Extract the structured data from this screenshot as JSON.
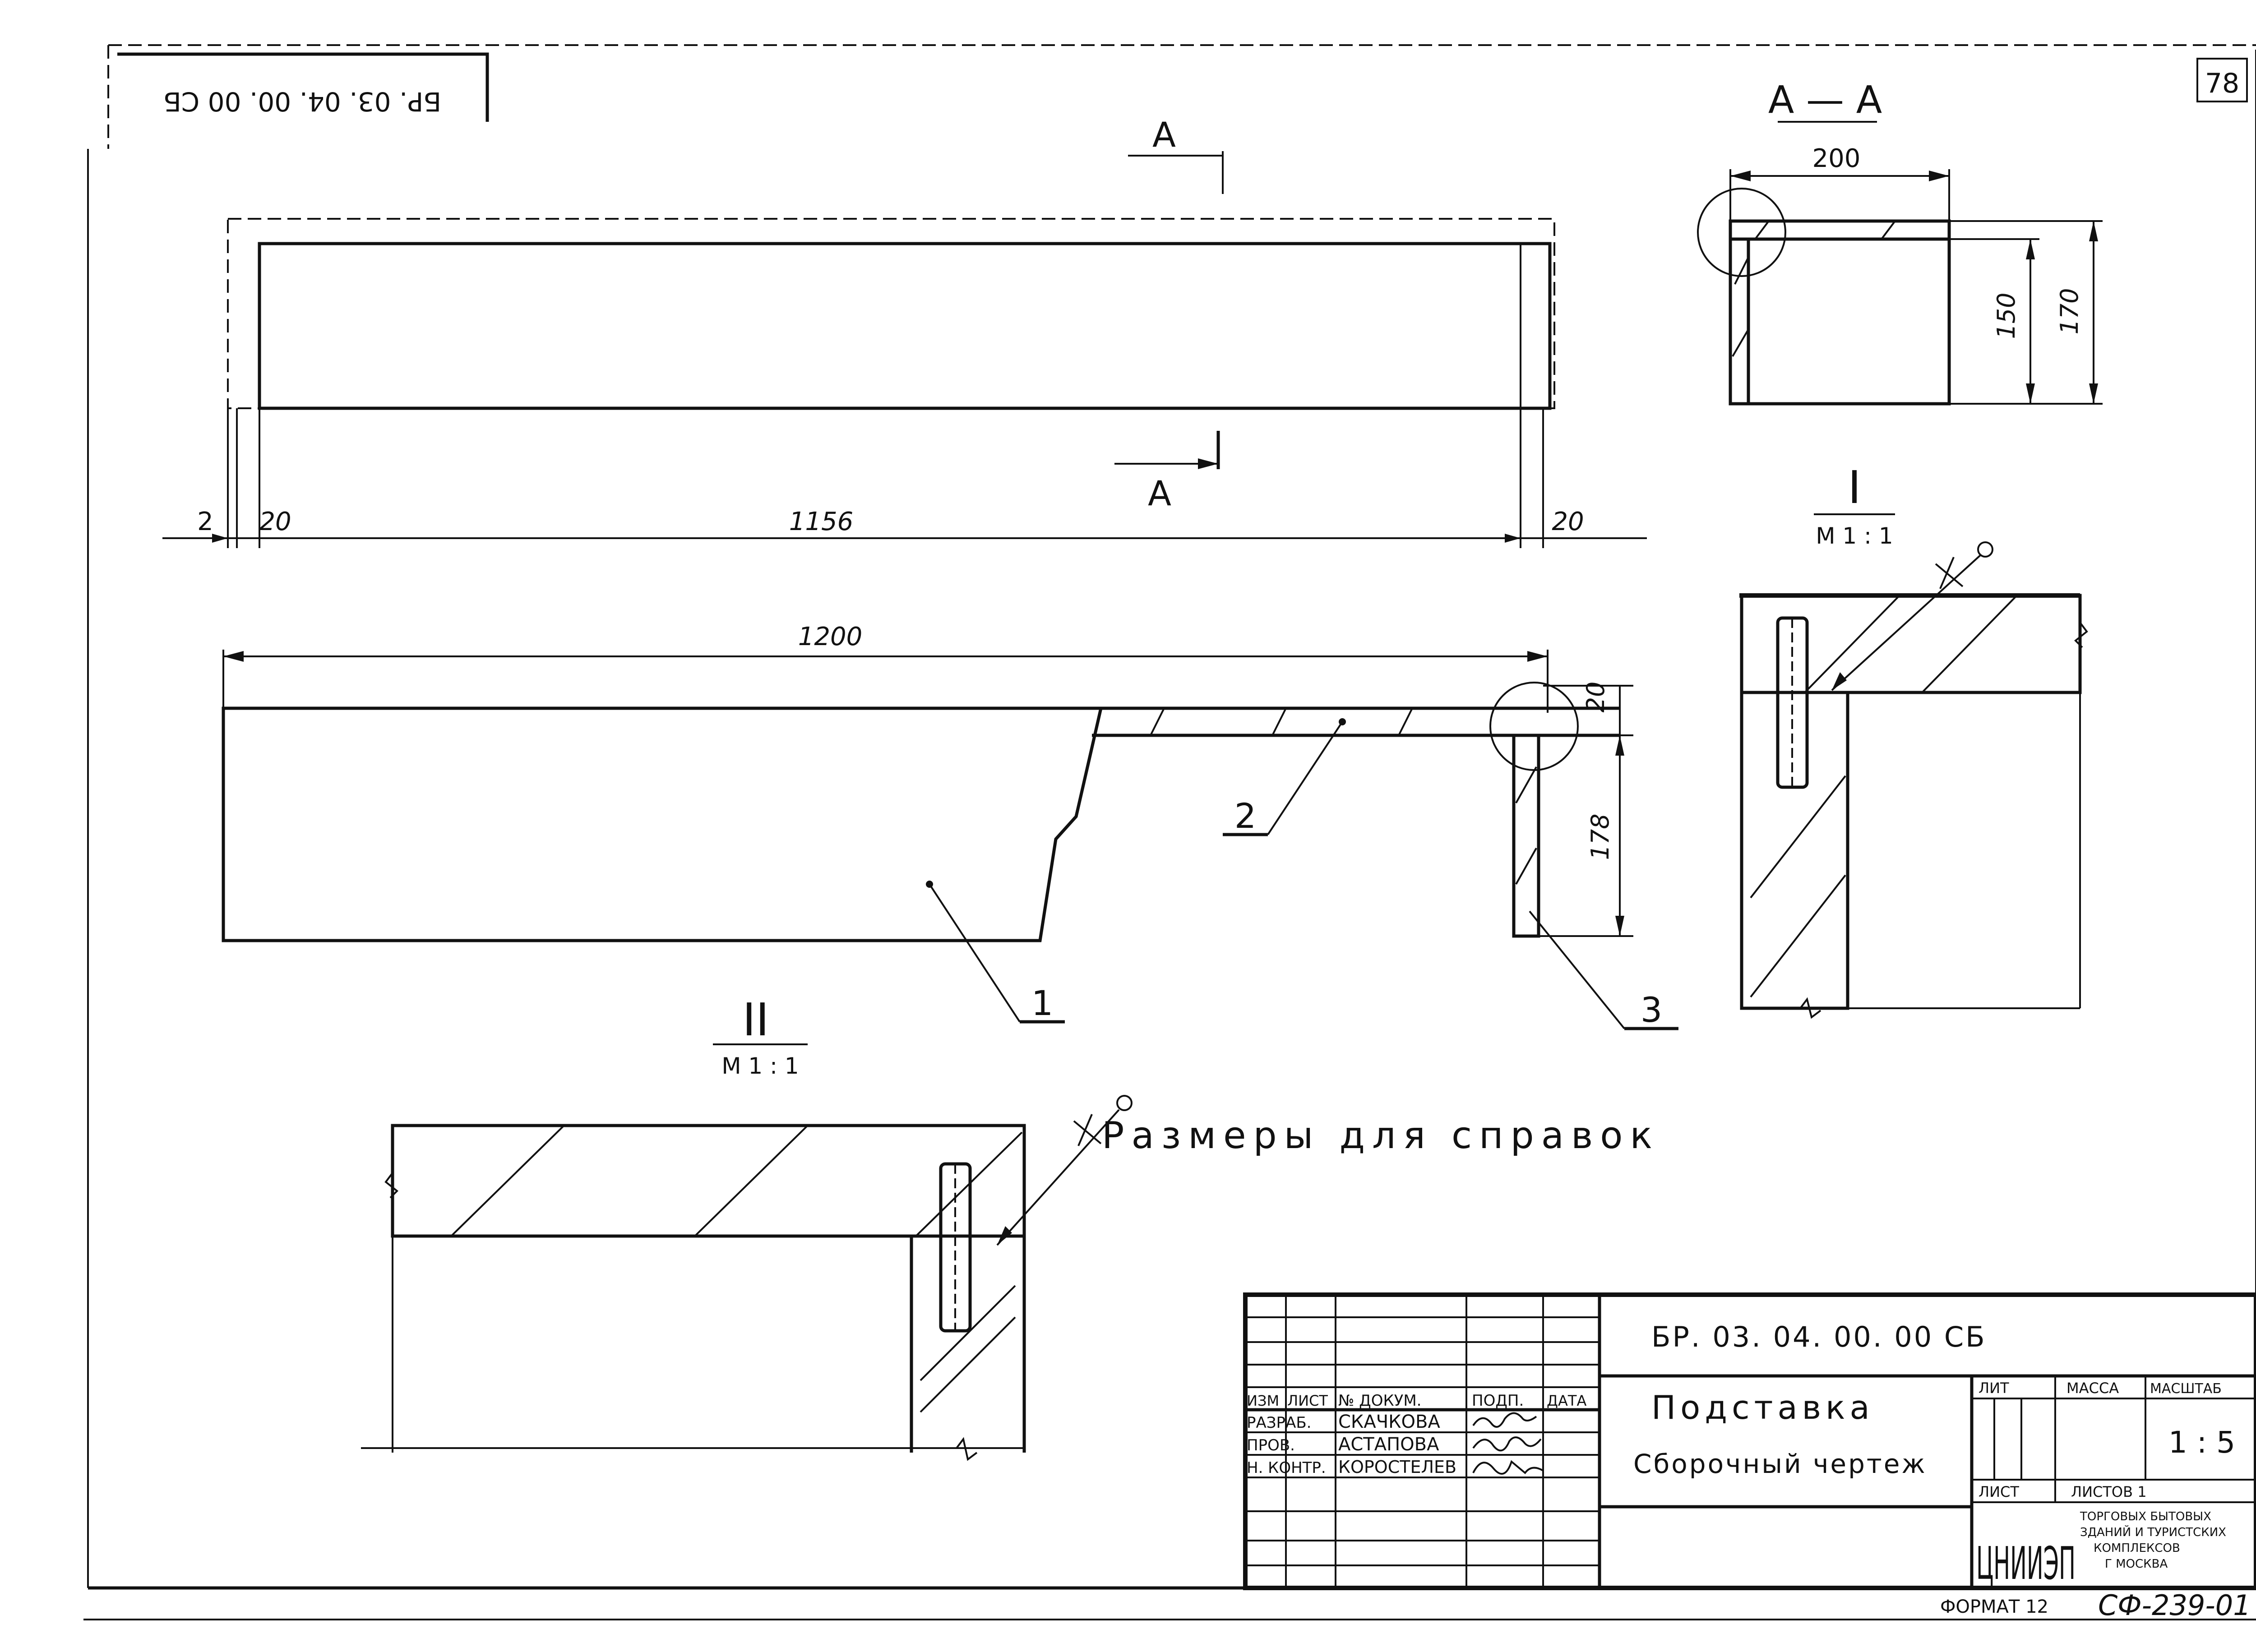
{
  "stamp": {
    "code_rotated": "БР. 03. 04. 00. 00 СБ",
    "sheet_no": "78"
  },
  "section_mark": {
    "letter": "А",
    "view_title": "А — А"
  },
  "dims": {
    "d2": "2",
    "d20a": "20",
    "d1156": "1156",
    "d20b": "20",
    "d1200": "1200",
    "d20v": "20",
    "d178": "178",
    "d200": "200",
    "d150": "150",
    "d170": "170"
  },
  "callouts": {
    "p1": "1",
    "p2": "2",
    "p3": "3"
  },
  "details": {
    "I": {
      "roman": "I",
      "scale": "М 1 : 1"
    },
    "II": {
      "roman": "II",
      "scale": "М 1 : 1"
    }
  },
  "note": "Размеры для справок",
  "title_block": {
    "code": "БР. 03. 04. 00. 00 СБ",
    "name_line1": "Подставка",
    "name_line2": "Сборочный чертеж",
    "headers": {
      "izm": "ИЗМ",
      "list": "ЛИСТ",
      "doc": "№ ДОКУМ.",
      "sign": "ПОДП.",
      "date": "ДАТА"
    },
    "rows": [
      {
        "role": "РАЗРАБ.",
        "name": "СКАЧКОВА"
      },
      {
        "role": "ПРОВ.",
        "name": "АСТАПОВА"
      },
      {
        "role": "Н. КОНТР.",
        "name": "КОРОСТЕЛЕВ"
      }
    ],
    "lit": "ЛИТ",
    "mass": "МАССА",
    "scale_label": "МАСШТАБ",
    "scale": "1 : 5",
    "sheet": "ЛИСТ",
    "sheets": "ЛИСТОВ 1",
    "org_logo": "ЦНИИЭП",
    "org_text": [
      "ТОРГОВЫХ БЫТОВЫХ",
      "ЗДАНИЙ И ТУРИСТСКИХ",
      "КОМПЛЕКСОВ",
      "Г МОСКВА"
    ]
  },
  "format": "ФОРМАТ 12",
  "drawing_no": "СФ-239-01"
}
